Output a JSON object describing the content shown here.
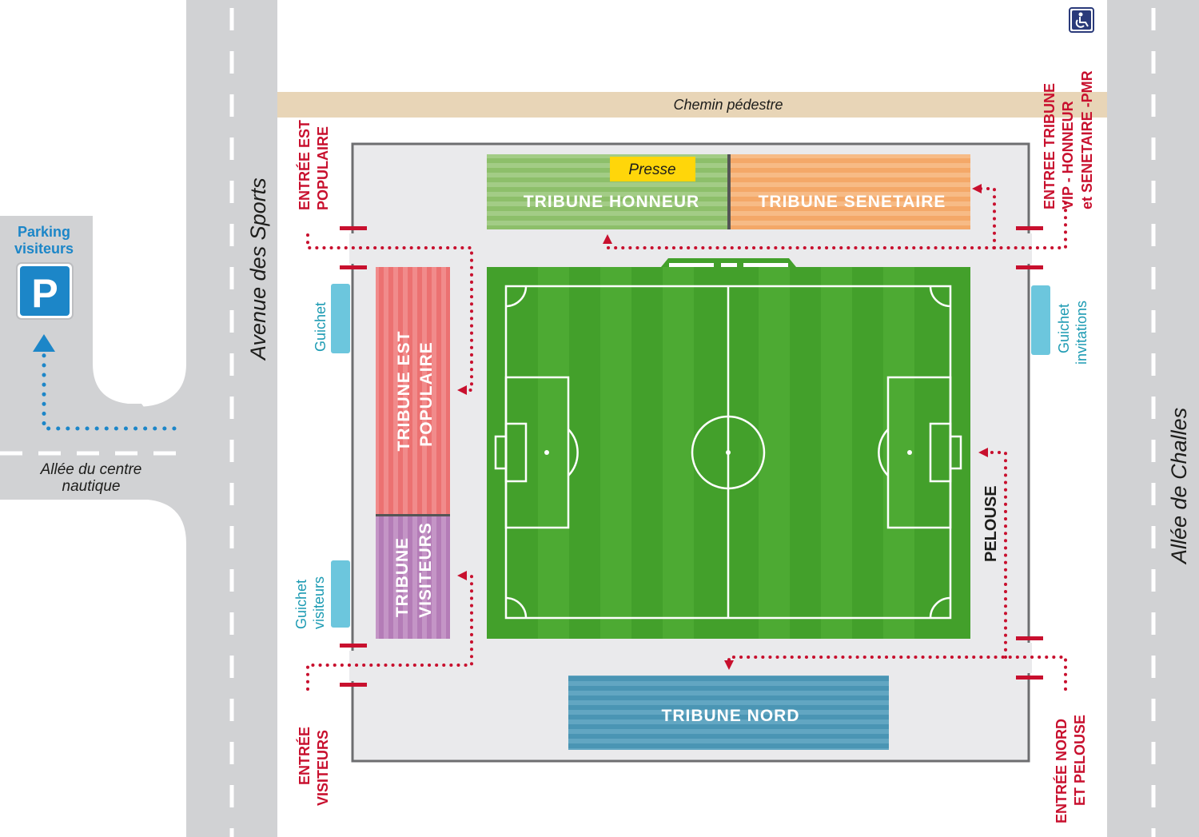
{
  "roads": {
    "avenue_sports": "Avenue des Sports",
    "allee_challes": "Allée de Challes",
    "allee_centre_line1": "Allée du centre",
    "allee_centre_line2": "nautique",
    "chemin": "Chemin pédestre"
  },
  "parking": {
    "line1": "Parking",
    "line2": "visiteurs",
    "icon_letter": "P"
  },
  "stands": {
    "honneur": "TRIBUNE HONNEUR",
    "senetaire": "TRIBUNE SENETAIRE",
    "presse": "Presse",
    "est_line1": "TRIBUNE EST",
    "est_line2": "POPULAIRE",
    "visiteurs_line1": "TRIBUNE",
    "visiteurs_line2": "VISITEURS",
    "nord": "TRIBUNE NORD",
    "pelouse": "PELOUSE"
  },
  "guichets": {
    "est": "Guichet",
    "visiteurs_line1": "Guichet",
    "visiteurs_line2": "visiteurs",
    "invit_line1": "Guichet",
    "invit_line2": "invitations"
  },
  "entrances": {
    "est_line1": "ENTRÉE EST",
    "est_line2": "POPULAIRE",
    "visiteurs_line1": "ENTRÉE",
    "visiteurs_line2": "VISITEURS",
    "vip_line1": "ENTREE TRIBUNE",
    "vip_line2": "VIP - HONNEUR",
    "vip_line3": "et SENETAIRE -PMR",
    "nord_line1": "ENTRÉE NORD",
    "nord_line2": "ET PELOUSE"
  },
  "icons": {
    "accessibility": "wheelchair-icon",
    "parking": "parking-icon"
  },
  "colors": {
    "road": "#d1d2d4",
    "path": "#e8d5b7",
    "honneur": "#8dbf6a",
    "senetaire": "#f4a868",
    "est_populaire": "#ec7171",
    "visiteurs": "#b47cb7",
    "nord": "#4a95b4",
    "pitch": "#43a02b",
    "entrance_red": "#c8102e",
    "guichet": "#6cc6dd",
    "parking_blue": "#1c86c8"
  }
}
